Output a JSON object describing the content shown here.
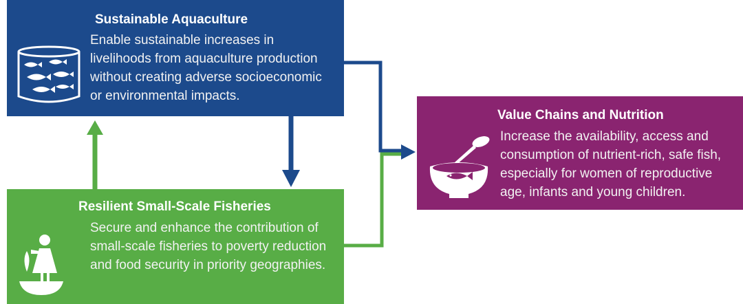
{
  "colors": {
    "aquaculture": "#1c4a8c",
    "fisheries": "#58ad46",
    "value_chains": "#8a2470"
  },
  "aquaculture": {
    "title": "Sustainable Aquaculture",
    "lines": [
      "Enable sustainable increases in",
      "livelihoods from aquaculture production",
      "without creating adverse socioeconomic",
      "or environmental impacts."
    ],
    "icon": "fish-tank-icon"
  },
  "fisheries": {
    "title": "Resilient Small-Scale Fisheries",
    "lines": [
      "Secure and enhance the contribution of",
      "small-scale fisheries to poverty reduction",
      "and food security in priority geographies."
    ],
    "icon": "fisher-boat-icon"
  },
  "value_chains": {
    "title": "Value Chains and Nutrition",
    "lines": [
      "Increase the availability, access and",
      "consumption of nutrient-rich, safe fish,",
      "especially for women of reproductive",
      "age, infants and young children."
    ],
    "icon": "fish-bowl-icon"
  }
}
